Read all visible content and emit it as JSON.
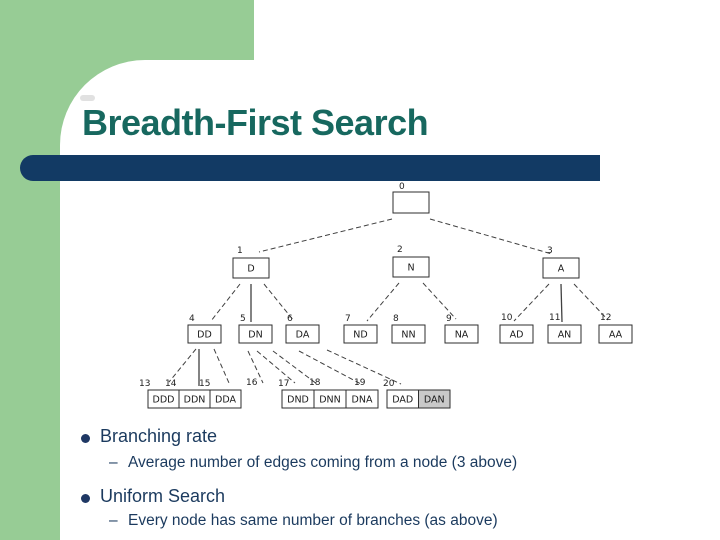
{
  "slide": {
    "title": "Breadth-First Search",
    "sub_marker": "–",
    "bullets": [
      {
        "label": "Branching rate",
        "sub": "Average number of edges coming from a node (3 above)"
      },
      {
        "label": "Uniform Search",
        "sub": "Every node has same number of branches (as above)"
      }
    ]
  },
  "colors": {
    "accent_green": "#97CC95",
    "accent_navy": "#123A64",
    "title_teal": "#17685F",
    "text_navy": "#1B3A5E",
    "shaded_node_fill": "#C9C9C9",
    "tree_line": "#404040"
  },
  "diagram": {
    "type": "tree",
    "nodes": [
      {
        "id": 0,
        "num": "0",
        "label": ""
      },
      {
        "id": 1,
        "num": "1",
        "label": "D"
      },
      {
        "id": 2,
        "num": "2",
        "label": "N"
      },
      {
        "id": 3,
        "num": "3",
        "label": "A"
      },
      {
        "id": 4,
        "num": "4",
        "label": "DD"
      },
      {
        "id": 5,
        "num": "5",
        "label": "DN"
      },
      {
        "id": 6,
        "num": "6",
        "label": "DA"
      },
      {
        "id": 7,
        "num": "7",
        "label": "ND"
      },
      {
        "id": 8,
        "num": "8",
        "label": "NN"
      },
      {
        "id": 9,
        "num": "9",
        "label": "NA"
      },
      {
        "id": 10,
        "num": "10",
        "label": "AD"
      },
      {
        "id": 11,
        "num": "11",
        "label": "AN"
      },
      {
        "id": 12,
        "num": "12",
        "label": "AA"
      },
      {
        "id": 13,
        "num": "13",
        "label": "DDD"
      },
      {
        "id": 14,
        "num": "14",
        "label": "DDN"
      },
      {
        "id": 15,
        "num": "15",
        "label": "DDA"
      },
      {
        "id": 16,
        "num": "16",
        "label": "DND"
      },
      {
        "id": 17,
        "num": "17",
        "label": "DNN"
      },
      {
        "id": 18,
        "num": "18",
        "label": "DNA"
      },
      {
        "id": 19,
        "num": "19",
        "label": "DAD"
      },
      {
        "id": 20,
        "num": "20",
        "label": "DAN",
        "shaded": true
      }
    ],
    "edges": [
      [
        0,
        1
      ],
      [
        0,
        3
      ],
      [
        1,
        4
      ],
      [
        1,
        5
      ],
      [
        1,
        6
      ],
      [
        2,
        7
      ],
      [
        2,
        9
      ],
      [
        3,
        10
      ],
      [
        3,
        11
      ],
      [
        3,
        12
      ],
      [
        4,
        13
      ],
      [
        4,
        14
      ],
      [
        4,
        15
      ],
      [
        5,
        16
      ],
      [
        5,
        17
      ],
      [
        5,
        18
      ],
      [
        6,
        19
      ],
      [
        6,
        20
      ]
    ]
  }
}
